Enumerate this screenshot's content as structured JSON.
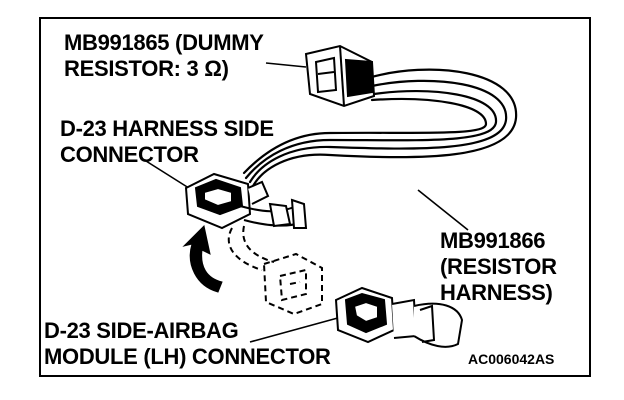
{
  "figure_id": "AC006042AS",
  "labels": {
    "dummy_resistor": [
      "MB991865 (DUMMY",
      "RESISTOR: 3 Ω)"
    ],
    "harness_side_connector": [
      "D-23 HARNESS SIDE",
      "CONNECTOR"
    ],
    "resistor_harness": [
      "MB991866",
      "(RESISTOR",
      "HARNESS)"
    ],
    "airbag_connector": [
      "D-23 SIDE-AIRBAG",
      "MODULE (LH) CONNECTOR"
    ]
  }
}
